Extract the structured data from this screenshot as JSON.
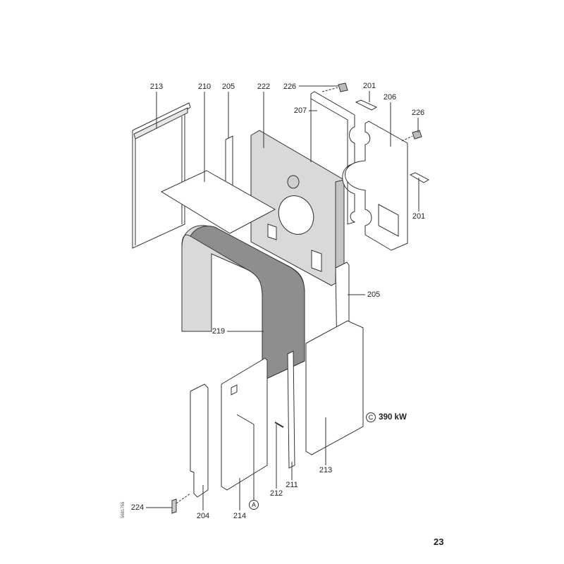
{
  "diagram": {
    "part_labels": {
      "p213_top": "213",
      "p210": "210",
      "p205_top": "205",
      "p222": "222",
      "p226_top": "226",
      "p207": "207",
      "p201_top": "201",
      "p206": "206",
      "p226_right": "226",
      "p201_right": "201",
      "p205_right": "205",
      "p219": "219",
      "p213_bottom": "213",
      "p204": "204",
      "p214": "214",
      "p212": "212",
      "p211": "211",
      "p224": "224"
    },
    "detail_marker": "A",
    "variant_note": "390 kW",
    "variant_marker": "C",
    "drawing_code": "5681755"
  },
  "page_number": "23",
  "colors": {
    "panel_fill": "#d9d9d9",
    "insulation_top": "#8e8e8e",
    "line": "#333333"
  }
}
